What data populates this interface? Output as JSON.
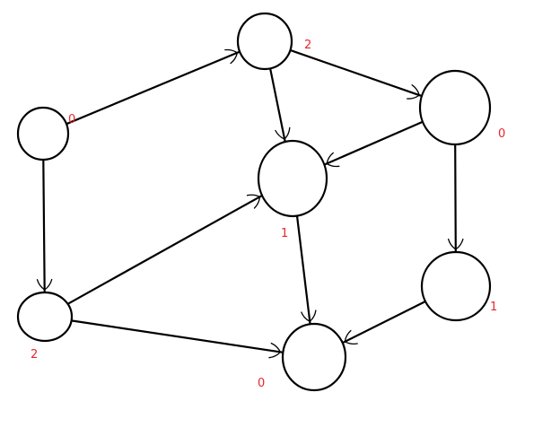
{
  "diagram": {
    "accent_color": "#e8262a",
    "stroke_color": "#000000",
    "nodes": [
      {
        "id": "a",
        "label": "0"
      },
      {
        "id": "b",
        "label": "2"
      },
      {
        "id": "c",
        "label": "0"
      },
      {
        "id": "d",
        "label": "1"
      },
      {
        "id": "e",
        "label": "2"
      },
      {
        "id": "f",
        "label": "1"
      },
      {
        "id": "g",
        "label": "0"
      }
    ],
    "edges": [
      {
        "from": "a",
        "to": "b"
      },
      {
        "from": "a",
        "to": "e"
      },
      {
        "from": "b",
        "to": "d"
      },
      {
        "from": "b",
        "to": "c"
      },
      {
        "from": "c",
        "to": "d"
      },
      {
        "from": "c",
        "to": "f"
      },
      {
        "from": "e",
        "to": "d"
      },
      {
        "from": "e",
        "to": "g"
      },
      {
        "from": "d",
        "to": "g"
      },
      {
        "from": "f",
        "to": "g"
      }
    ]
  }
}
